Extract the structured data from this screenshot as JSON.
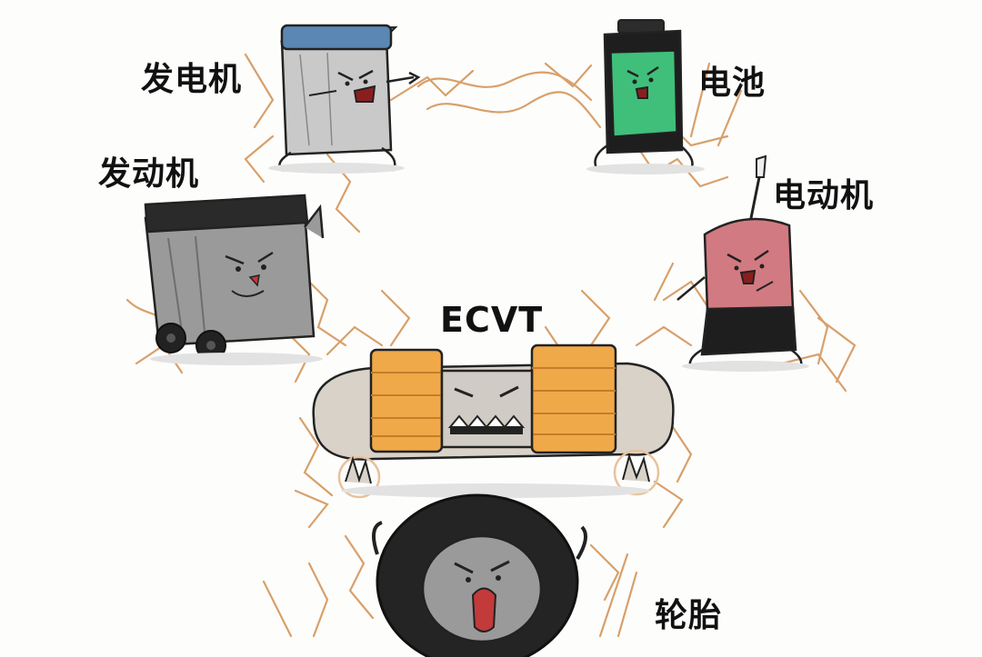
{
  "labels": {
    "generator": "发电机",
    "battery": "电池",
    "engine": "发动机",
    "motor": "电动机",
    "ecvt": "ECVT",
    "tire": "轮胎"
  },
  "colors": {
    "background": "#fdfdfc",
    "generator_lid": "#5b87b5",
    "battery_body": "#3fbf7a",
    "engine_body": "#9a9a9a",
    "motor_body": "#d27a82",
    "ecvt_gear": "#f0a948",
    "ecvt_body": "#d9d2c8",
    "tire": "#242424",
    "energy_lines": "#d8a06a"
  }
}
